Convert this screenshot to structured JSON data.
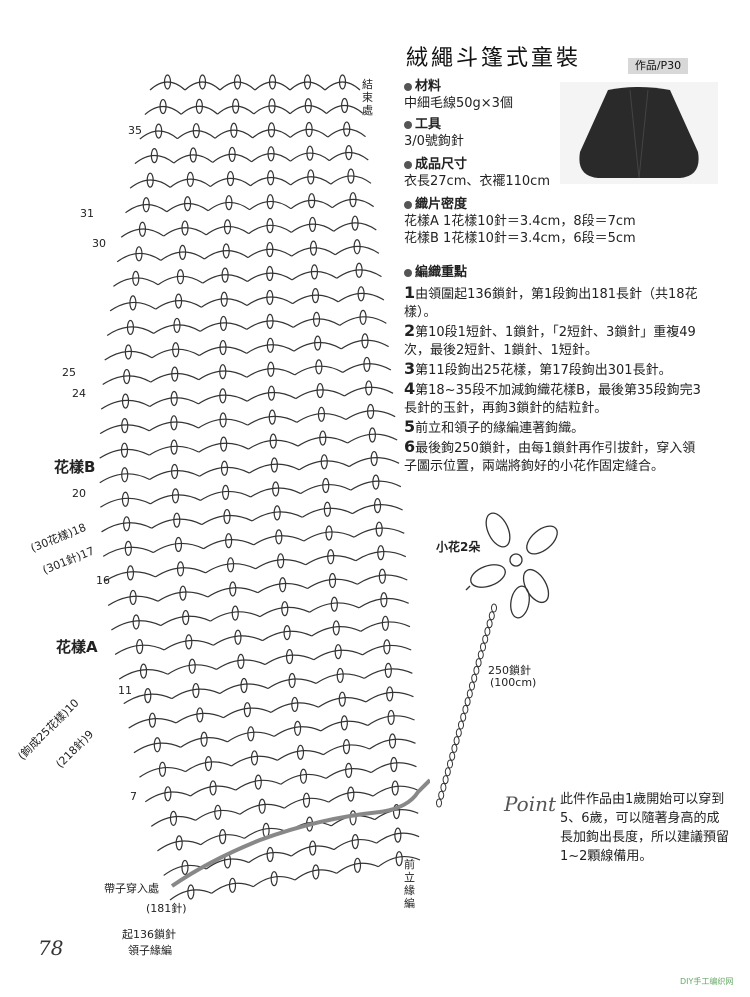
{
  "title": "絨繩斗篷式童裝",
  "badge": "作品/P30",
  "materials": {
    "label": "材料",
    "value": "中細毛線50g×3個"
  },
  "tools": {
    "label": "工具",
    "value": "3/0號鉤針"
  },
  "size": {
    "label": "成品尺寸",
    "value": "衣長27cm、衣襬110cm"
  },
  "gauge": {
    "label": "織片密度",
    "line1": "花樣A 1花樣10針＝3.4cm，8段＝7cm",
    "line2": "花樣B 1花樣10針＝3.4cm，6段＝5cm"
  },
  "points_label": "編織重點",
  "steps": [
    {
      "n": "1",
      "text": "由領圍起136鎖針，第1段鉤出181長針（共18花樣）。"
    },
    {
      "n": "2",
      "text": "第10段1短針、1鎖針，「2短針、3鎖針」重複49次，最後2短針、1鎖針、1短針。"
    },
    {
      "n": "3",
      "text": "第11段鉤出25花樣，第17段鉤出301長針。"
    },
    {
      "n": "4",
      "text": "第18~35段不加減鉤織花樣B，最後第35段鉤完3長針的玉針，再鉤3鎖針的結粒針。"
    },
    {
      "n": "5",
      "text": "前立和領子的緣編連著鉤織。"
    },
    {
      "n": "6",
      "text": "最後鉤250鎖針，由每1鎖針再作引拔針，穿入領子圖示位置，兩端將鉤好的小花作固定縫合。"
    }
  ],
  "chart_labels": {
    "end": "結束處",
    "pattern_b": "花樣B",
    "pattern_a": "花樣A",
    "r35": "35",
    "r31": "31",
    "r30": "30",
    "r25": "25",
    "r24": "24",
    "r20": "20",
    "r18": "(30花樣)18",
    "r17": "(301針)17",
    "r16": "16",
    "r11": "11",
    "r10": "(鉤成25花樣)10",
    "r9": "(218針)9",
    "r7": "7",
    "strap": "帶子穿入處",
    "s181": "(181針)",
    "start": "起136鎖針",
    "collar": "領子緣編",
    "front_edge": "前立緣編"
  },
  "flower": {
    "label": "小花2朵",
    "chain": "250鎖針",
    "chain_cm": "(100cm)"
  },
  "point": {
    "mark": "Point",
    "text": "此件作品由1歲開始可以穿到5、6歲，可以隨著身高的成長加鉤出長度，所以建議預留1~2顆線備用。"
  },
  "page_number": "78",
  "watermark": "DIY手工编织网"
}
